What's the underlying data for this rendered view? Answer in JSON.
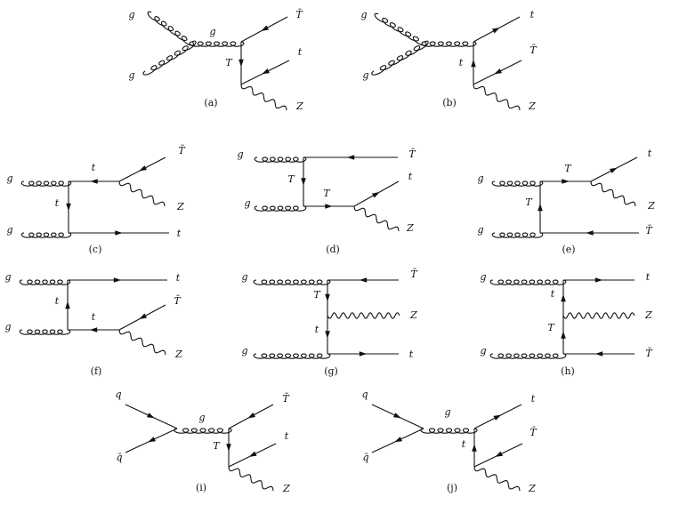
{
  "diagrams": [
    {
      "id": "a",
      "caption": "(a)",
      "labels": [
        "g",
        "g",
        "g",
        "T",
        "T̄",
        "t",
        "Z"
      ]
    },
    {
      "id": "b",
      "caption": "(b)",
      "labels": [
        "g",
        "g",
        "t",
        "t",
        "T̄",
        "Z"
      ]
    },
    {
      "id": "c",
      "caption": "(c)",
      "labels": [
        "g",
        "g",
        "t",
        "t",
        "T̄",
        "Z",
        "t"
      ]
    },
    {
      "id": "d",
      "caption": "(d)",
      "labels": [
        "g",
        "g",
        "T",
        "T",
        "T̄",
        "t",
        "Z"
      ]
    },
    {
      "id": "e",
      "caption": "(e)",
      "labels": [
        "g",
        "g",
        "T",
        "T",
        "t",
        "Z",
        "T̄"
      ]
    },
    {
      "id": "f",
      "caption": "(f)",
      "labels": [
        "g",
        "g",
        "t",
        "t",
        "t",
        "T̄",
        "Z"
      ]
    },
    {
      "id": "g",
      "caption": "(g)",
      "labels": [
        "g",
        "g",
        "T",
        "t",
        "T̄",
        "Z",
        "t"
      ]
    },
    {
      "id": "h",
      "caption": "(h)",
      "labels": [
        "g",
        "g",
        "t",
        "T",
        "t",
        "Z",
        "T̄"
      ]
    },
    {
      "id": "i",
      "caption": "(i)",
      "labels": [
        "q",
        "q̄",
        "g",
        "T",
        "T̄",
        "t",
        "Z"
      ]
    },
    {
      "id": "j",
      "caption": "(j)",
      "labels": [
        "q",
        "q̄",
        "g",
        "t",
        "t",
        "T̄",
        "Z"
      ]
    }
  ]
}
